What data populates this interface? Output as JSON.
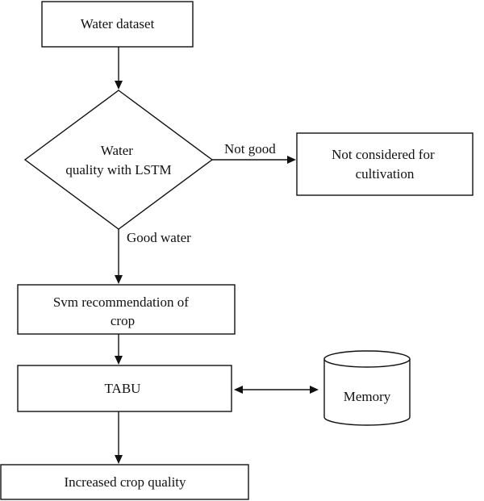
{
  "diagram": {
    "nodes": {
      "water_dataset": {
        "lines": [
          "Water dataset"
        ]
      },
      "decision": {
        "lines": [
          "Water",
          "quality with LSTM"
        ]
      },
      "not_considered": {
        "lines": [
          "Not considered for",
          "cultivation"
        ]
      },
      "svm": {
        "lines": [
          "Svm recommendation of",
          "crop"
        ]
      },
      "tabu": {
        "lines": [
          "TABU"
        ]
      },
      "memory": {
        "lines": [
          "Memory"
        ]
      },
      "increased": {
        "lines": [
          "Increased crop quality"
        ]
      }
    },
    "edges": {
      "not_good_label": "Not good",
      "good_water_label": "Good water"
    }
  }
}
